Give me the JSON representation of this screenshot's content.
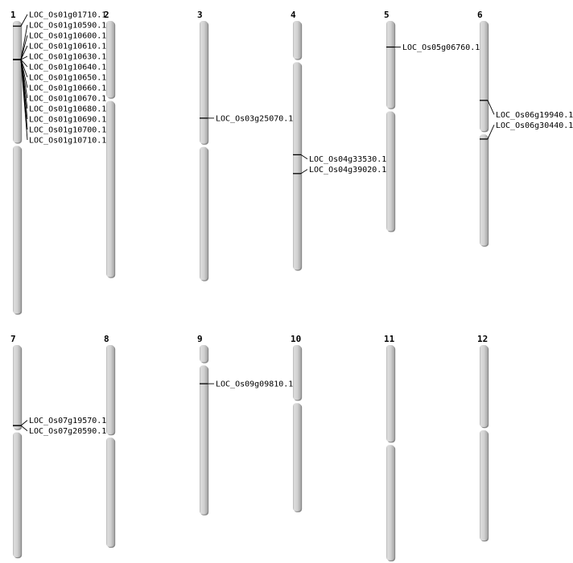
{
  "chromosomes": [
    {
      "id": "1",
      "length": 2.8,
      "centromere": 1.18,
      "genes": [
        {
          "name": "LOC_Os01g01710.1",
          "pos": 0.05
        },
        {
          "name": "LOC_Os01g10590.1",
          "pos": 0.37
        },
        {
          "name": "LOC_Os01g10600.1",
          "pos": 0.37
        },
        {
          "name": "LOC_Os01g10610.1",
          "pos": 0.37
        },
        {
          "name": "LOC_Os01g10630.1",
          "pos": 0.37
        },
        {
          "name": "LOC_Os01g10640.1",
          "pos": 0.37
        },
        {
          "name": "LOC_Os01g10650.1",
          "pos": 0.37
        },
        {
          "name": "LOC_Os01g10660.1",
          "pos": 0.37
        },
        {
          "name": "LOC_Os01g10670.1",
          "pos": 0.37
        },
        {
          "name": "LOC_Os01g10680.1",
          "pos": 0.37
        },
        {
          "name": "LOC_Os01g10690.1",
          "pos": 0.37
        },
        {
          "name": "LOC_Os01g10700.1",
          "pos": 0.37
        },
        {
          "name": "LOC_Os01g10710.1",
          "pos": 0.37
        }
      ]
    },
    {
      "id": "2",
      "length": 2.45,
      "centromere": 0.75,
      "genes": []
    },
    {
      "id": "3",
      "length": 2.48,
      "centromere": 1.19,
      "genes": [
        {
          "name": "LOC_Os03g25070.1",
          "pos": 0.93
        }
      ]
    },
    {
      "id": "4",
      "length": 2.38,
      "centromere": 0.38,
      "genes": [
        {
          "name": "LOC_Os04g33530.1",
          "pos": 1.28
        },
        {
          "name": "LOC_Os04g39020.1",
          "pos": 1.46
        }
      ]
    },
    {
      "id": "5",
      "length": 2.01,
      "centromere": 0.85,
      "genes": [
        {
          "name": "LOC_Os05g06760.1",
          "pos": 0.25
        }
      ]
    },
    {
      "id": "6",
      "length": 2.15,
      "centromere": 1.07,
      "genes": [
        {
          "name": "LOC_Os06g19940.1",
          "pos": 0.76
        },
        {
          "name": "LOC_Os06g30440.1",
          "pos": 1.13
        }
      ]
    },
    {
      "id": "7",
      "length": 2.03,
      "centromere": 0.82,
      "genes": [
        {
          "name": "LOC_Os07g19570.1",
          "pos": 0.77
        },
        {
          "name": "LOC_Os07g20590.1",
          "pos": 0.77
        }
      ]
    },
    {
      "id": "8",
      "length": 1.93,
      "centromere": 0.87,
      "genes": []
    },
    {
      "id": "9",
      "length": 1.62,
      "centromere": 0.18,
      "genes": [
        {
          "name": "LOC_Os09g09810.1",
          "pos": 0.37
        }
      ]
    },
    {
      "id": "10",
      "length": 1.59,
      "centromere": 0.54,
      "genes": []
    },
    {
      "id": "11",
      "length": 2.06,
      "centromere": 0.94,
      "genes": []
    },
    {
      "id": "12",
      "length": 1.87,
      "centromere": 0.8,
      "genes": []
    }
  ]
}
